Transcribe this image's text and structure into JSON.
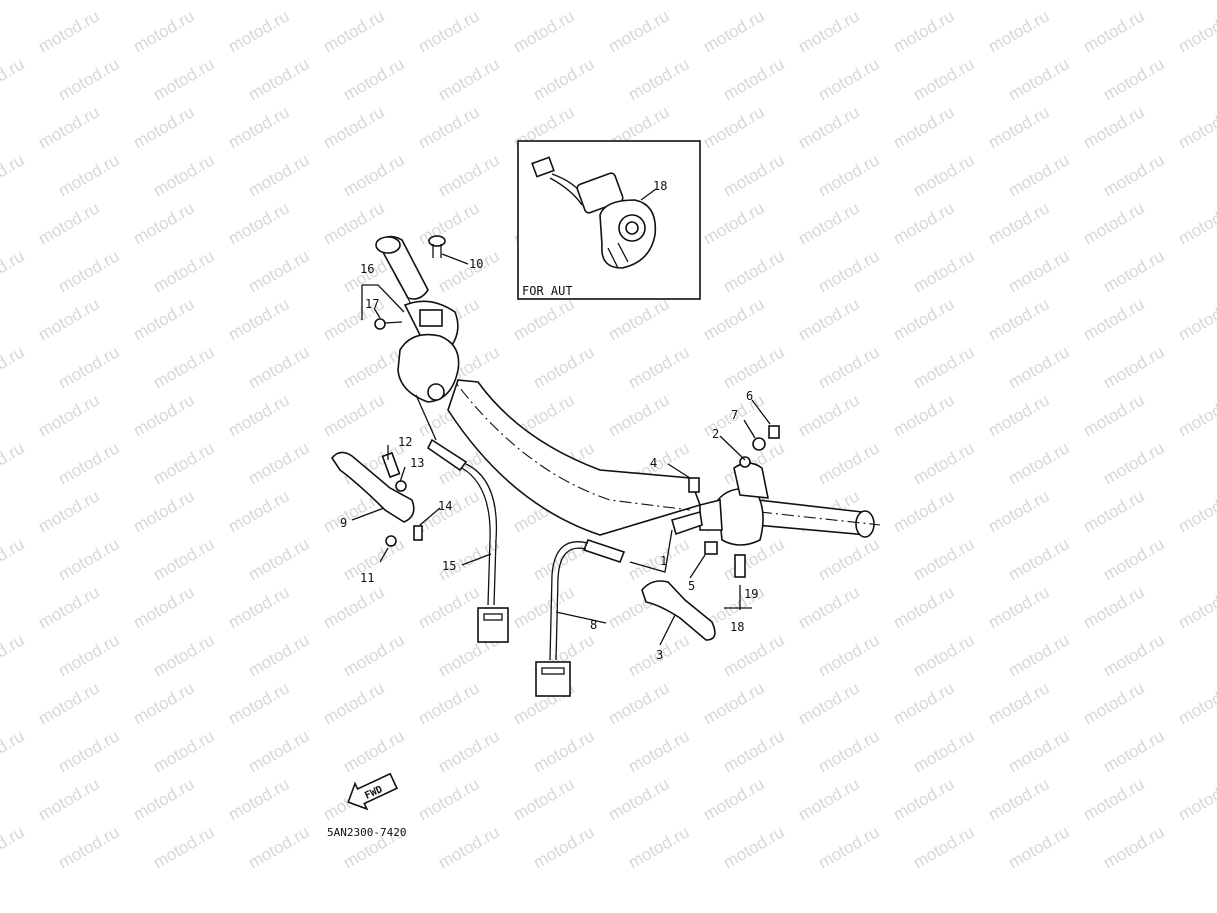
{
  "watermark": {
    "text": "motod.ru"
  },
  "inset": {
    "caption": "FOR AUT",
    "part_label": "18"
  },
  "callouts": [
    "1",
    "2",
    "3",
    "4",
    "5",
    "6",
    "7",
    "8",
    "9",
    "10",
    "11",
    "12",
    "13",
    "14",
    "15",
    "16",
    "17",
    "18",
    "19"
  ],
  "direction_arrow": {
    "text": "FWD"
  },
  "diagram_code": "5AN2300-7420",
  "colors": {
    "line": "#111111",
    "watermark": "#d7d7d7",
    "background": "#ffffff"
  }
}
